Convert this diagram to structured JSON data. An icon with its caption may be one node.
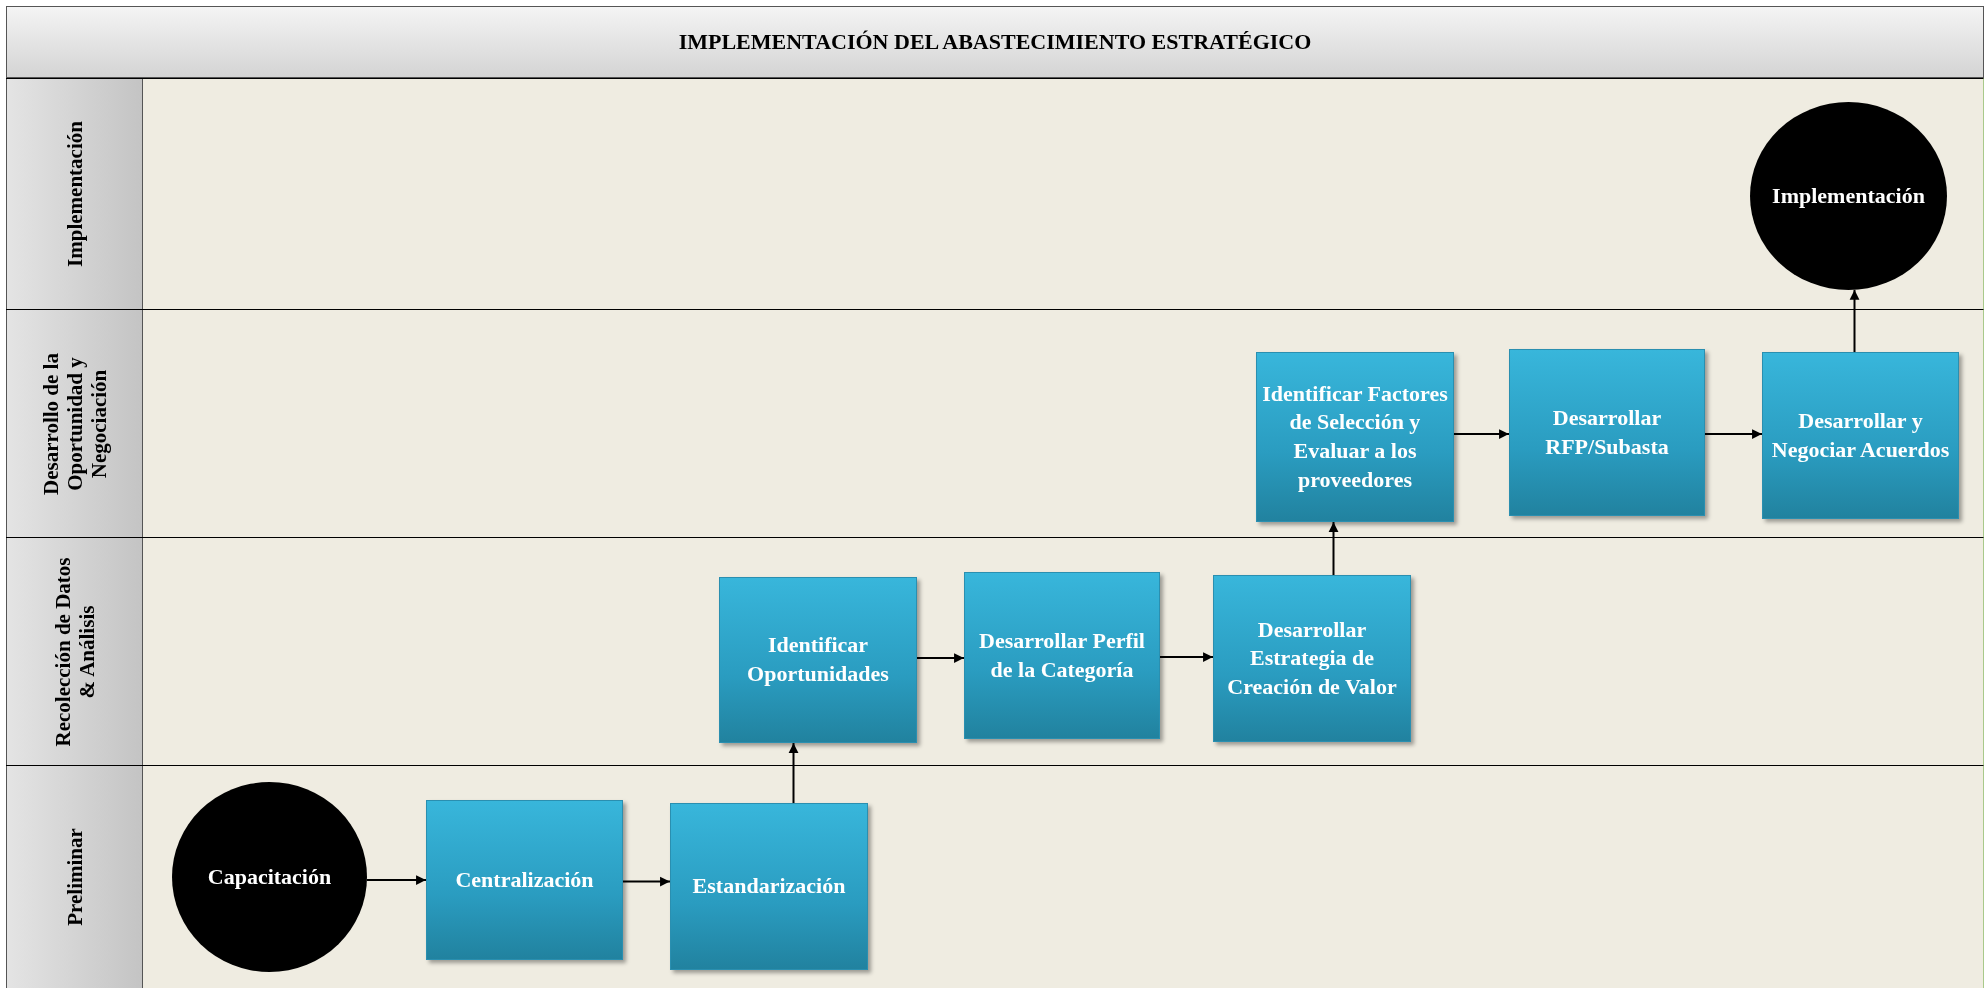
{
  "diagram": {
    "title": "IMPLEMENTACIÓN DEL ABASTECIMIENTO ESTRATÉGICO",
    "nodes": [
      {
        "text": [
          "Implementación"
        ]
      },
      {
        "text": [
          "Desarrollo de la Oportunidad y Negociación"
        ]
      },
      {
        "text": [
          "Recolección de Datos & Análisis"
        ]
      },
      {
        "text": [
          "Preliminar"
        ]
      },
      {
        "text": [
          "Implementación"
        ],
        "in": 0
      },
      {
        "text": [
          "Identificar Factores de Selección y Evaluar a los proveedores"
        ],
        "in": 1
      },
      {
        "text": [
          "Desarrollar RFP/Subasta"
        ],
        "in": 1
      },
      {
        "text": [
          "Desarrollar y Negociar Acuerdos"
        ],
        "in": 1
      },
      {
        "text": [
          "Identificar Oportunidades"
        ],
        "in": 2
      },
      {
        "text": [
          "Desarrollar Perfil de la Categoría"
        ],
        "in": 2
      },
      {
        "text": [
          "Desarrollar Estrategia de Creación de Valor"
        ],
        "in": 2
      },
      {
        "text": [
          "Capacitación"
        ],
        "in": 3
      },
      {
        "text": [
          "Centralización"
        ],
        "in": 3
      },
      {
        "text": [
          "Estandarización"
        ],
        "in": 3
      }
    ],
    "edges": [
      {
        "from": 11,
        "to": 12,
        "arrow": "to"
      },
      {
        "from": 12,
        "to": 13,
        "arrow": "to"
      },
      {
        "from": 13,
        "to": 8,
        "arrow": "to"
      },
      {
        "from": 8,
        "to": 9,
        "arrow": "to"
      },
      {
        "from": 9,
        "to": 10,
        "arrow": "to"
      },
      {
        "from": 10,
        "to": 5,
        "arrow": "to"
      },
      {
        "from": 5,
        "to": 6,
        "arrow": "to"
      },
      {
        "from": 6,
        "to": 7,
        "arrow": "to"
      },
      {
        "from": 7,
        "to": 4,
        "arrow": "to"
      }
    ]
  }
}
